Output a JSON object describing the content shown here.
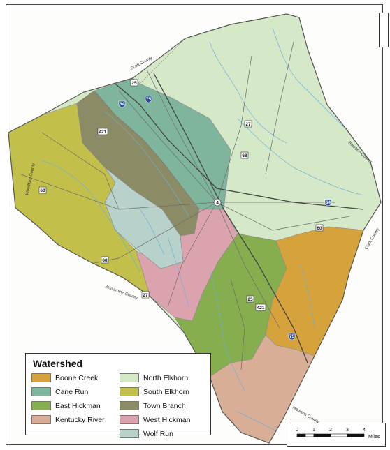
{
  "legend": {
    "title": "Watershed",
    "items": [
      {
        "label": "Boone Creek",
        "color": "#d6a23c"
      },
      {
        "label": "Cane Run",
        "color": "#7fb59c"
      },
      {
        "label": "East Hickman",
        "color": "#86ad4e"
      },
      {
        "label": "Kentucky River",
        "color": "#d9ae96"
      },
      {
        "label": "North Elkhorn",
        "color": "#d5e8c8"
      },
      {
        "label": "South Elkhorn",
        "color": "#c2c04a"
      },
      {
        "label": "Town Branch",
        "color": "#8b8b66"
      },
      {
        "label": "West Hickman",
        "color": "#dba3ad"
      },
      {
        "label": "Wolf Run",
        "color": "#b8d2cb"
      }
    ]
  },
  "counties": {
    "scott": "Scott County",
    "bourbon": "Bourbon County",
    "woodford": "Woodford County",
    "clark": "Clark County",
    "jessamine": "Jessamine County",
    "madison": "Madison County"
  },
  "highways": {
    "i64": "64",
    "i75": "75",
    "us25": "25",
    "us27": "27",
    "us60": "60",
    "us421": "421",
    "us68": "68",
    "r4": "4",
    "us60e": "60",
    "us25s": "25",
    "us421s": "421"
  },
  "scale": {
    "ticks": [
      "0",
      "1",
      "2",
      "3",
      "4"
    ],
    "unit": "Miles"
  }
}
